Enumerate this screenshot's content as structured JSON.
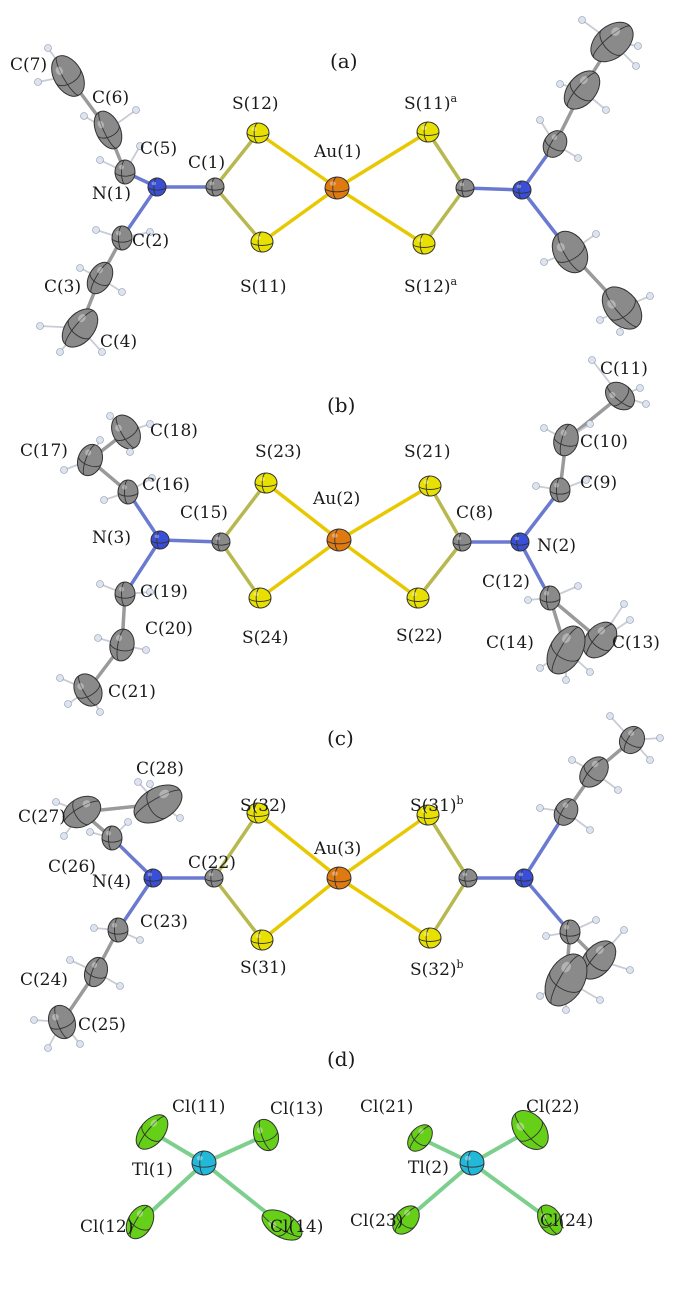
{
  "colors": {
    "gold": "#e07a10",
    "sulfur": "#e8e000",
    "carbon": "#8a8a8a",
    "nitrogen": "#3a4fd8",
    "hydrogen": "#dde4f0",
    "thallium": "#22b8d8",
    "chlorine": "#66d018",
    "bond_au_s": "#e8c800",
    "bond_s_c": "#b8b850",
    "bond_c": "#9a9a9a",
    "bond_n": "#6a7ad0",
    "bond_tl_cl": "#7ccf8c",
    "outline": "#333333"
  },
  "panels": {
    "a": {
      "label": "(a)",
      "atoms": {
        "C7": "C(7)",
        "C6": "C(6)",
        "C5": "C(5)",
        "C1": "C(1)",
        "N1": "N(1)",
        "C2": "C(2)",
        "C3": "C(3)",
        "C4": "C(4)",
        "S12": "S(12)",
        "Au1": "Au(1)",
        "S11": "S(11)",
        "S11a": "S(11)",
        "S12a": "S(12)",
        "sup": "a"
      }
    },
    "b": {
      "label": "(b)",
      "atoms": {
        "C11": "C(11)",
        "C18": "C(18)",
        "C10": "C(10)",
        "C17": "C(17)",
        "S23": "S(23)",
        "S21": "S(21)",
        "C16": "C(16)",
        "C9": "C(9)",
        "C15": "C(15)",
        "Au2": "Au(2)",
        "C8": "C(8)",
        "N3": "N(3)",
        "N2": "N(2)",
        "C12": "C(12)",
        "C19": "C(19)",
        "C20": "C(20)",
        "S24": "S(24)",
        "S22": "S(22)",
        "C14": "C(14)",
        "C13": "C(13)",
        "C21": "C(21)"
      }
    },
    "c": {
      "label": "(c)",
      "atoms": {
        "C28": "C(28)",
        "C27": "C(27)",
        "S32": "S(32)",
        "S31b": "S(31)",
        "Au3": "Au(3)",
        "C22": "C(22)",
        "C26": "C(26)",
        "N4": "N(4)",
        "C23": "C(23)",
        "S31": "S(31)",
        "S32b": "S(32)",
        "C24": "C(24)",
        "C25": "C(25)",
        "sup": "b"
      }
    },
    "d": {
      "label": "(d)",
      "atoms": {
        "Cl11": "Cl(11)",
        "Cl13": "Cl(13)",
        "Cl21": "Cl(21)",
        "Cl22": "Cl(22)",
        "Tl1": "Tl(1)",
        "Tl2": "Tl(2)",
        "Cl12": "Cl(12)",
        "Cl14": "Cl(14)",
        "Cl23": "Cl(23)",
        "Cl24": "Cl(24)"
      }
    }
  }
}
